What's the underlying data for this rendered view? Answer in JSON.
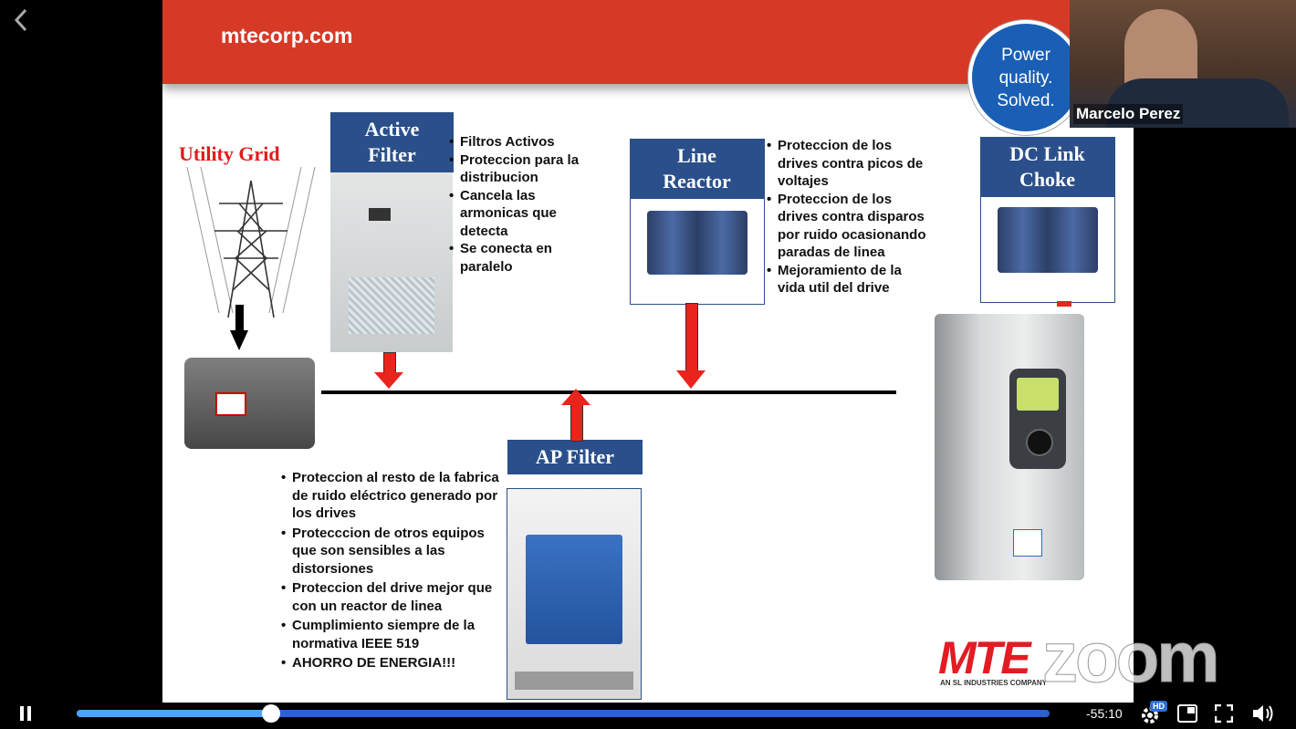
{
  "slide": {
    "url": "mtecorp.com",
    "badge": [
      "Power",
      "quality.",
      "Solved."
    ],
    "utility_grid": "Utility Grid",
    "active_filter": {
      "title": [
        "Active",
        "Filter"
      ],
      "bullets": [
        "Filtros Activos",
        "Proteccion para la distribucion",
        "Cancela las armonicas que detecta",
        "Se conecta en paralelo"
      ]
    },
    "line_reactor": {
      "title": [
        "Line",
        "Reactor"
      ],
      "bullets": [
        "Proteccion de los drives contra picos de voltajes",
        "Proteccion de los drives contra disparos por ruido ocasionando paradas de linea",
        "Mejoramiento de la vida util del drive"
      ]
    },
    "dc_link": {
      "title": [
        "DC Link",
        "Choke"
      ]
    },
    "ap_filter": {
      "title": "AP Filter",
      "bullets": [
        "Proteccion al resto de la fabrica de ruido eléctrico generado por los drives",
        "Protecccion de otros equipos que son sensibles a las distorsiones",
        "Proteccion del drive mejor que con un reactor de linea",
        "Cumplimiento siempre de la normativa IEEE 519",
        "AHORRO DE ENERGIA!!!"
      ]
    },
    "brand": {
      "logo": "MTE",
      "subtitle": "AN SL INDUSTRIES COMPANY"
    }
  },
  "webcam": {
    "name": "Marcelo Perez"
  },
  "watermark": "zoom",
  "player": {
    "time": "-55:10",
    "progress": 0.2,
    "hd_badge": "HD",
    "icons": {
      "back": "chevron-left-icon",
      "pause": "pause-icon",
      "settings": "gear-icon",
      "pip": "pip-icon",
      "fullscreen": "fullscreen-icon",
      "volume": "volume-icon"
    }
  }
}
